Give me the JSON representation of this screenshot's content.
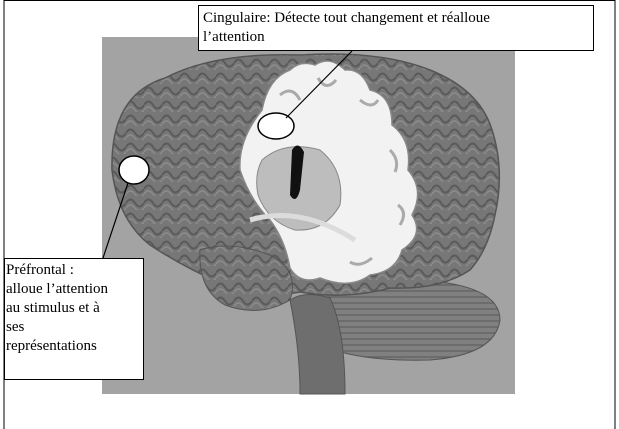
{
  "callouts": {
    "cingulaire": {
      "lines": [
        "Cingulaire: Détecte tout changement et réalloue",
        "l’attention"
      ]
    },
    "prefrontal": {
      "lines": [
        "Préfrontal :",
        "alloue l’attention",
        "au stimulus et à",
        "ses",
        "représentations"
      ]
    }
  },
  "colors": {
    "background_panel": "#a3a3a3",
    "brain_tissue": "#767676",
    "white_matter": "#f2f2f2",
    "deep_structures": "#bdbdbd"
  },
  "icons": [
    "brain-sagittal-cut-illustration",
    "cingulate-marker-circle",
    "prefrontal-marker-circle"
  ]
}
